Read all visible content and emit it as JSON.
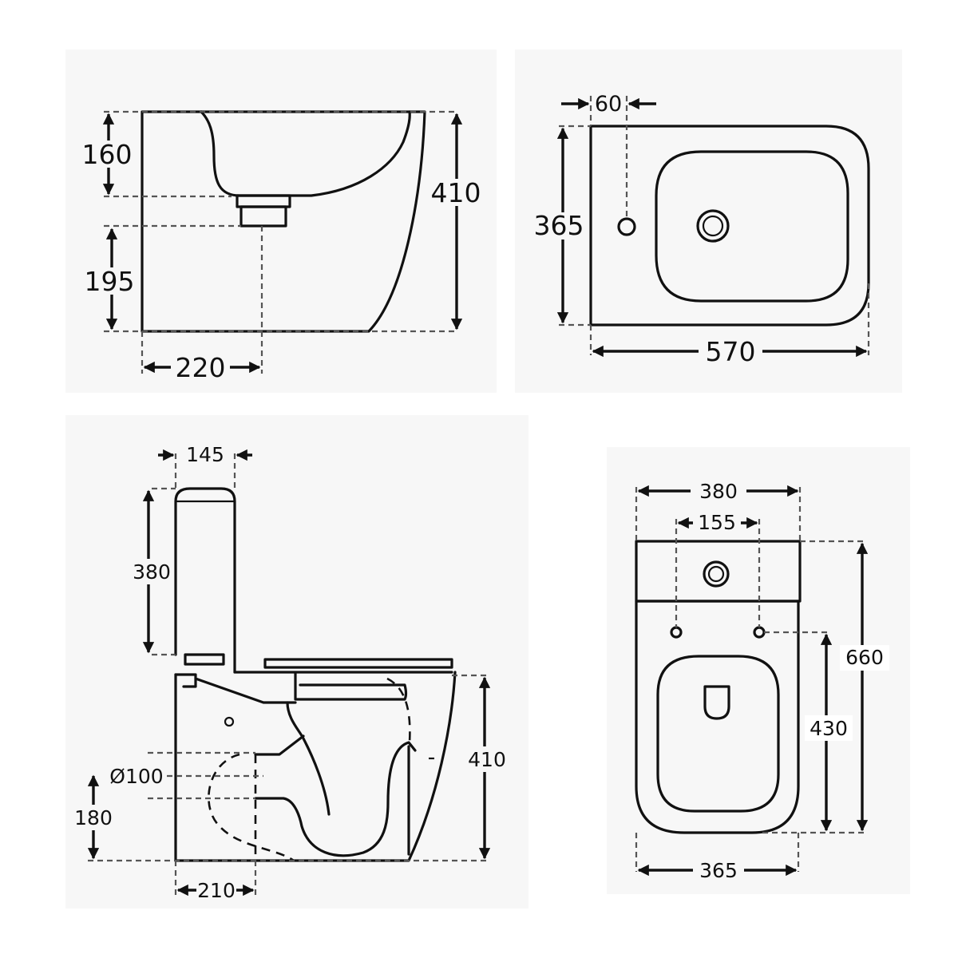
{
  "colors": {
    "line": "#111111",
    "dash": "#555555",
    "panel": "#f7f7f7"
  },
  "side_view_wall_hung": {
    "dim_top_to_waste": "160",
    "dim_waste_to_floor": "195",
    "dim_overall_height": "410",
    "dim_wall_to_waste": "220"
  },
  "plan_view_wall_hung": {
    "dim_tap_hole_offset": "60",
    "dim_width": "365",
    "dim_projection": "570"
  },
  "side_view_close_coupled": {
    "dim_cistern_depth": "145",
    "dim_cistern_height": "380",
    "dim_pan_height": "410",
    "dim_outlet_diameter": "Ø100",
    "dim_outlet_height": "180",
    "dim_wall_to_outlet": "210"
  },
  "plan_view_close_coupled": {
    "dim_cistern_width": "380",
    "dim_fixing_centres": "155",
    "dim_overall_length": "660",
    "dim_fixing_to_front": "430",
    "dim_pan_width": "365"
  }
}
